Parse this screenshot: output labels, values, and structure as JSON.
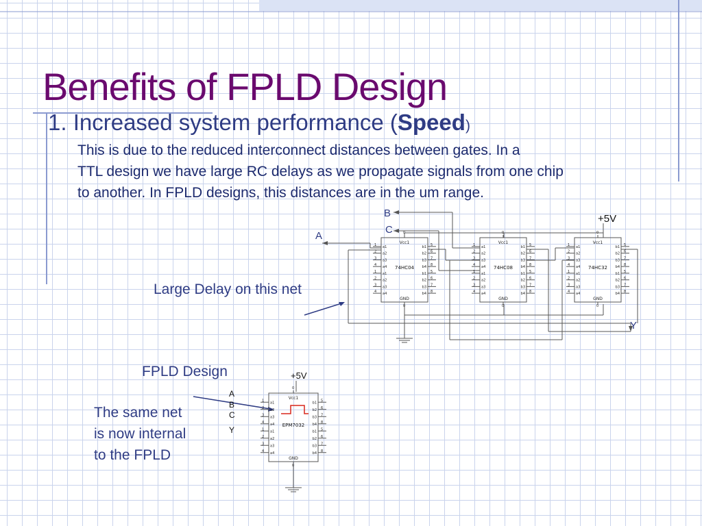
{
  "slide": {
    "title": "Benefits of FPLD Design",
    "point_number": "1.",
    "point_text": "Increased system performance (",
    "point_bold": "Speed",
    "point_close": ")",
    "body_line1": "This is due to the reduced interconnect distances between gates.  In a",
    "body_line2": "TTL design we have large RC delays as we propagate signals from one chip",
    "body_line3": "to  another.   In FPLD designs, this distances are in the um range.",
    "large_delay": "Large Delay on this net",
    "fpld_design": "FPLD Design",
    "same_net_1": "The same net",
    "same_net_2": "is now internal",
    "same_net_3": "to the FPLD"
  },
  "ttl_schematic": {
    "vcc": "+5V",
    "net_a": "A",
    "net_b": "B",
    "net_c": "C",
    "net_y": "Y",
    "chips": [
      "74HC04",
      "74HC08",
      "74HC32"
    ],
    "vcc_pin": "Vcc1",
    "gnd_pin": "GND",
    "left_pins": [
      "a1",
      "a2",
      "a3",
      "a4",
      "a1",
      "a2",
      "a3",
      "a4"
    ],
    "right_pins": [
      "b1",
      "b2",
      "b3",
      "b4",
      "b1",
      "b2",
      "b3",
      "b4"
    ],
    "left_nums": [
      "1",
      "2",
      "3",
      "4",
      "1",
      "2",
      "3",
      "4"
    ],
    "right_nums": [
      "5",
      "6",
      "7",
      "8",
      "5",
      "6",
      "7",
      "8"
    ],
    "top_num": "0",
    "bottom_num": "0"
  },
  "fpld_schematic": {
    "vcc": "+5V",
    "chip": "EPM7032",
    "inputs": [
      "A",
      "B",
      "C",
      "Y"
    ]
  },
  "colors": {
    "title": "#6a0a6e",
    "text": "#2f3c84",
    "grid": "#c9d3ec",
    "internal_net": "#d8261c"
  }
}
